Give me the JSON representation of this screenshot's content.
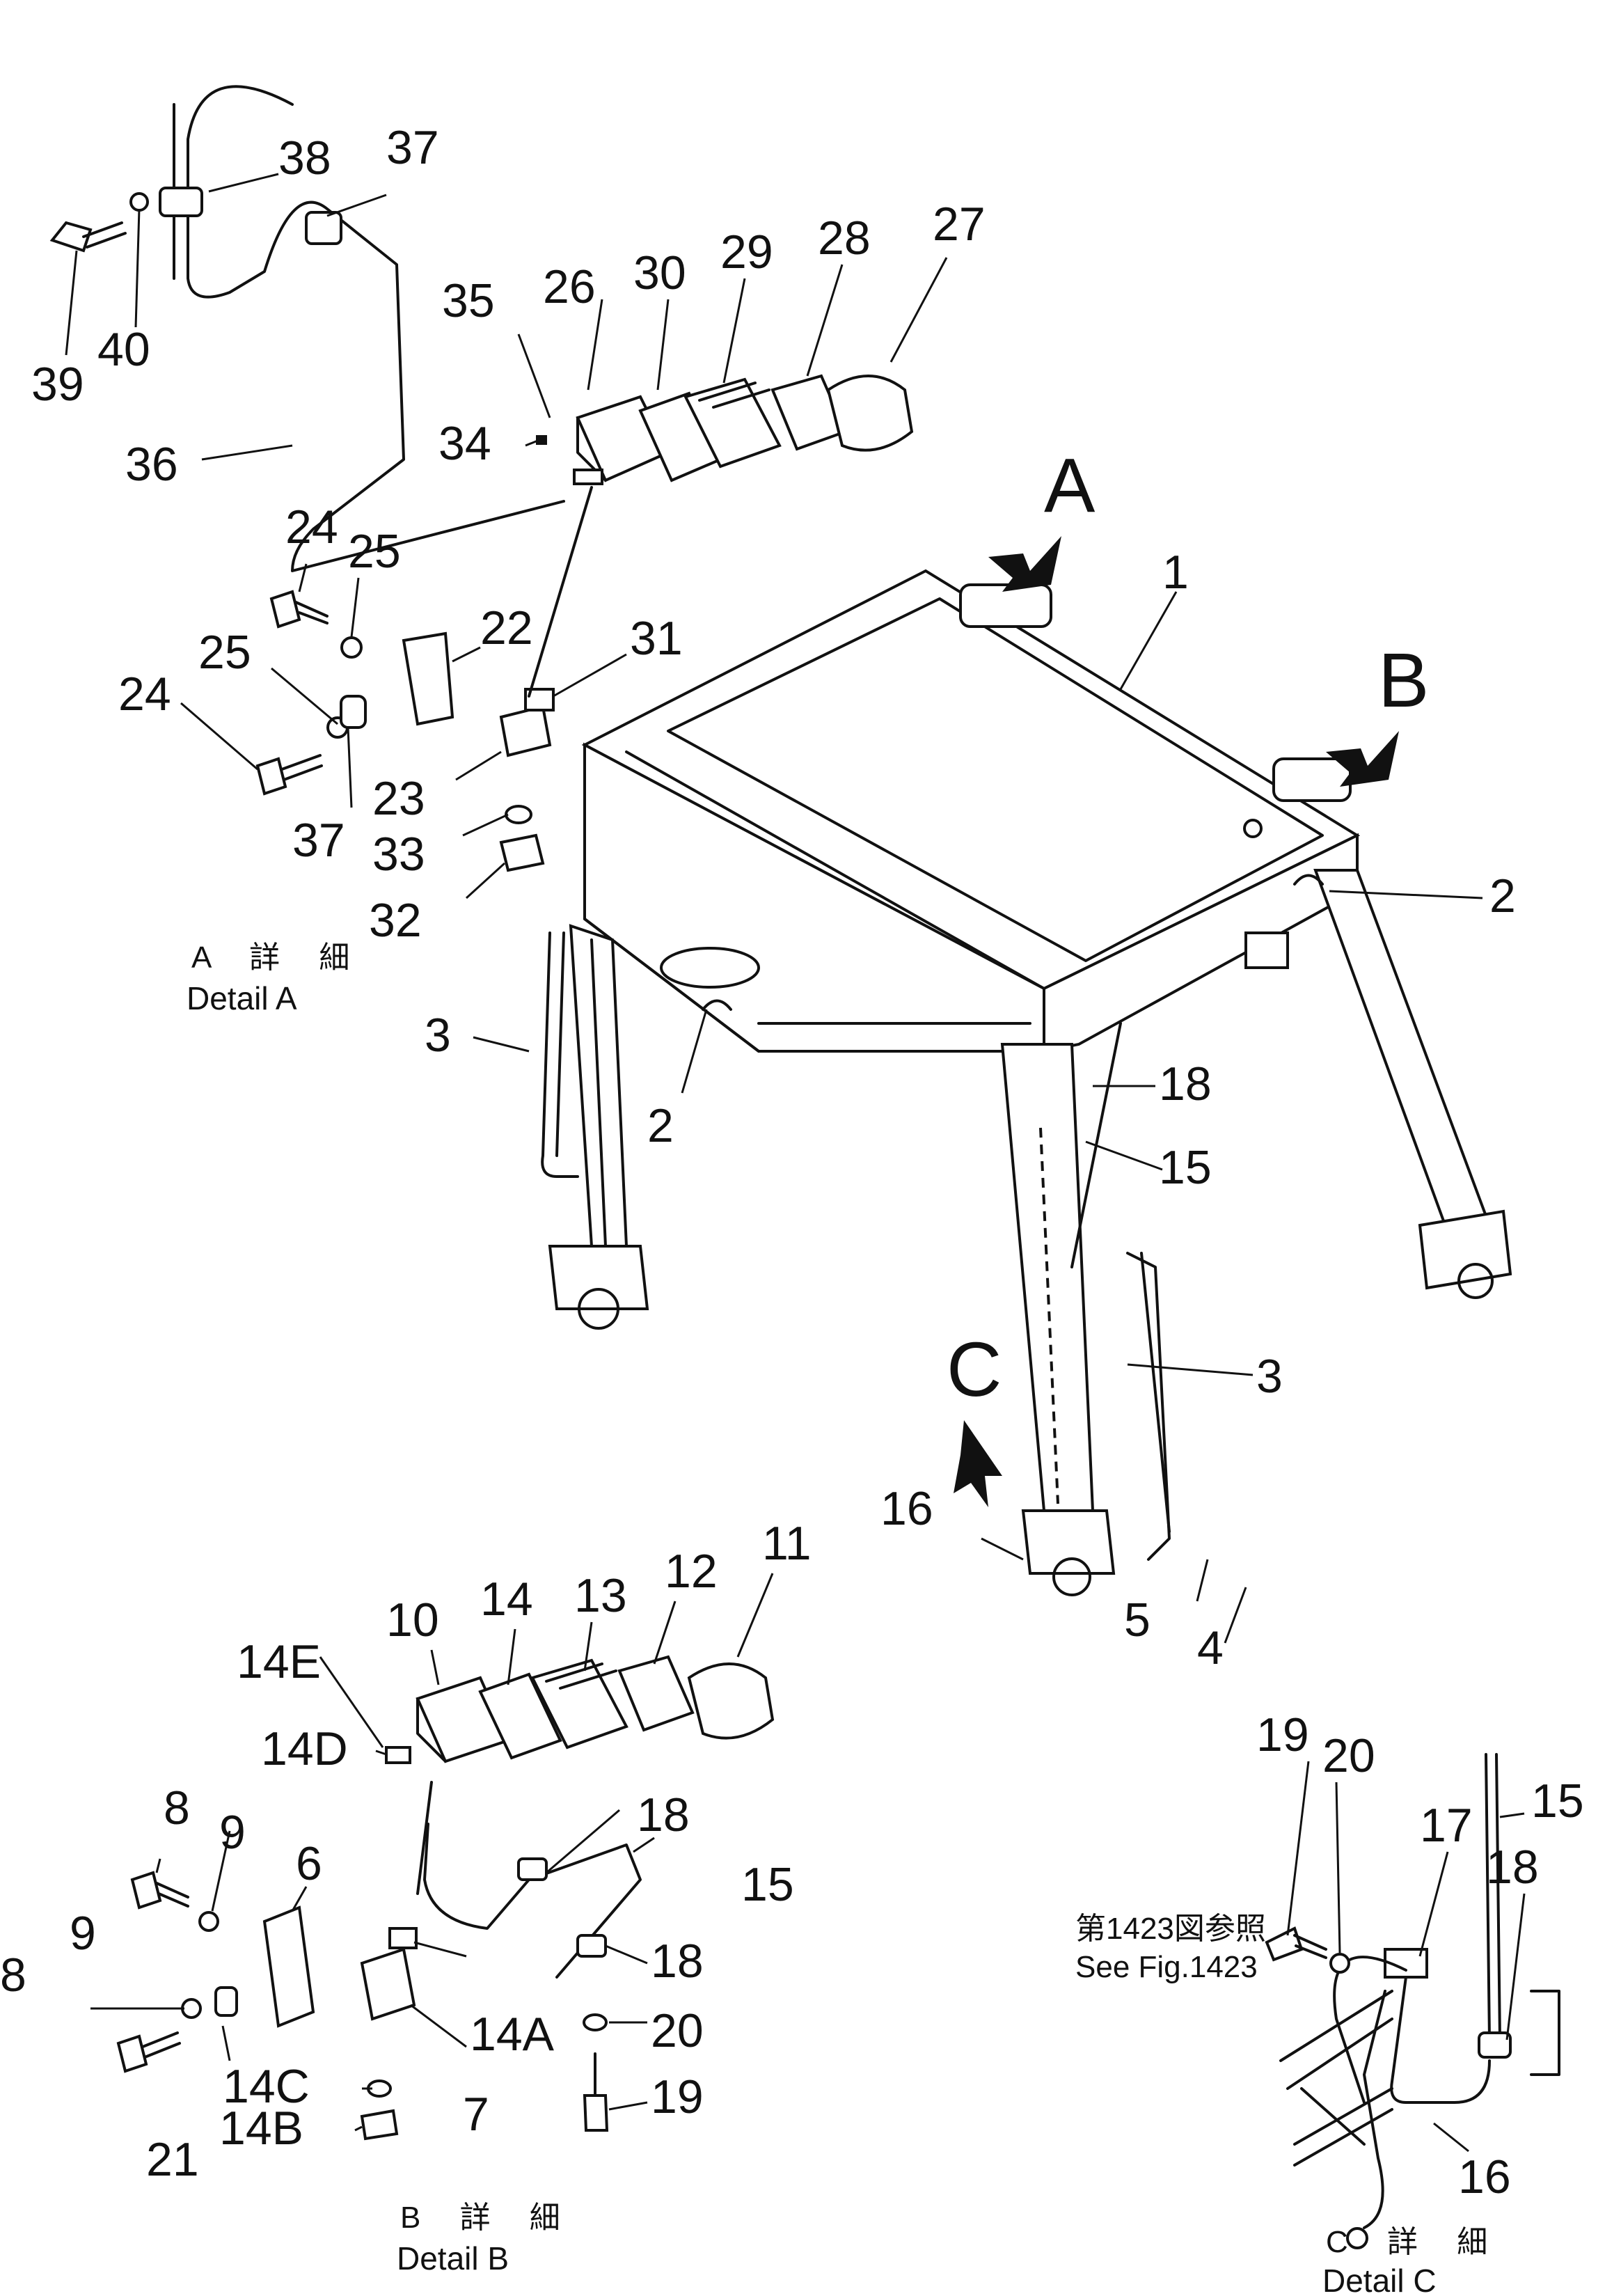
{
  "arrows": {
    "A": "A",
    "B": "B",
    "C": "C"
  },
  "captions": {
    "detail_a_jp": "A 詳 細",
    "detail_a_en": "Detail A",
    "detail_b_jp": "B 詳 細",
    "detail_b_en": "Detail B",
    "detail_c_jp": "C 詳 細",
    "detail_c_en": "Detail C"
  },
  "references": {
    "jp": "第1423図参照",
    "en": "See Fig.1423"
  },
  "labels": {
    "main_1": "1",
    "main_2a": "2",
    "main_2b": "2",
    "main_3a": "3",
    "main_3b": "3",
    "main_4": "4",
    "main_5": "5",
    "main_15": "15",
    "main_16": "16",
    "main_18": "18",
    "a_22": "22",
    "a_23": "23",
    "a_24a": "24",
    "a_24b": "24",
    "a_25a": "25",
    "a_25b": "25",
    "a_26": "26",
    "a_27": "27",
    "a_28": "28",
    "a_29": "29",
    "a_30": "30",
    "a_31": "31",
    "a_32": "32",
    "a_33": "33",
    "a_34": "34",
    "a_35": "35",
    "a_36": "36",
    "a_37a": "37",
    "a_37b": "37",
    "a_38": "38",
    "a_39": "39",
    "a_40": "40",
    "b_6": "6",
    "b_7": "7",
    "b_8a": "8",
    "b_8b": "8",
    "b_9a": "9",
    "b_9b": "9",
    "b_10": "10",
    "b_11": "11",
    "b_12": "12",
    "b_13": "13",
    "b_14": "14",
    "b_14a": "14A",
    "b_14b": "14B",
    "b_14c": "14C",
    "b_14d": "14D",
    "b_14e": "14E",
    "b_15": "15",
    "b_18a": "18",
    "b_18b": "18",
    "b_19": "19",
    "b_20": "20",
    "b_21": "21",
    "c_15": "15",
    "c_16": "16",
    "c_17": "17",
    "c_18": "18",
    "c_19": "19",
    "c_20": "20"
  }
}
